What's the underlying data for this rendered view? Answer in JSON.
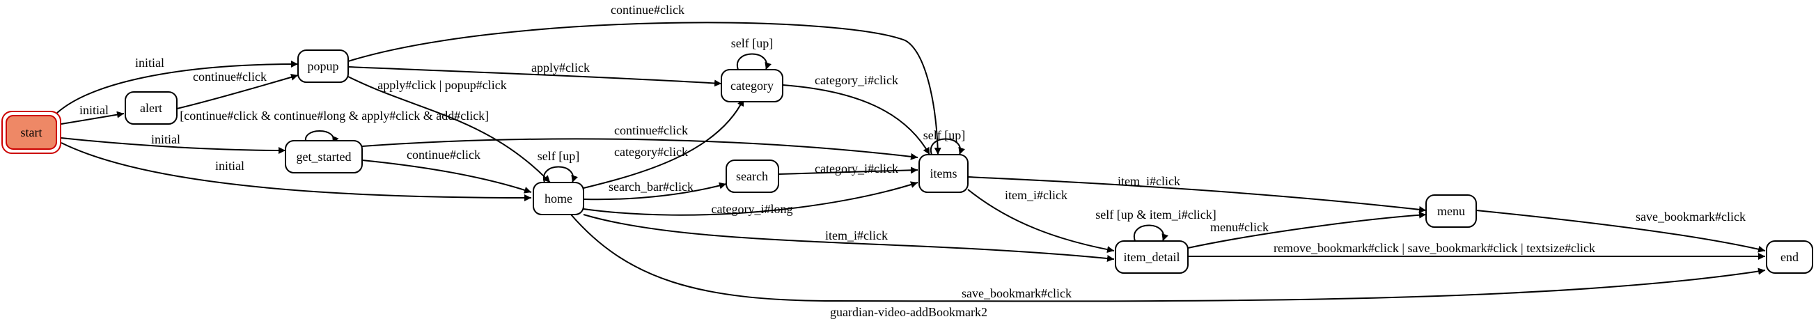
{
  "caption": "guardian-video-addBookmark2",
  "nodes": {
    "start": "start",
    "alert": "alert",
    "popup": "popup",
    "get_started": "get_started",
    "home": "home",
    "category": "category",
    "search": "search",
    "items": "items",
    "item_detail": "item_detail",
    "menu": "menu",
    "end": "end"
  },
  "edges": {
    "start_popup": "initial",
    "start_alert": "initial",
    "start_get_started": "initial",
    "start_home": "initial",
    "alert_popup": "continue#click",
    "alert_self": "self [continue#click & continue#long & apply#click & add#click]",
    "popup_items": "continue#click",
    "popup_category": "apply#click",
    "popup_home": "apply#click | popup#click",
    "get_started_items": "continue#click",
    "get_started_home": "continue#click",
    "category_self": "self [up]",
    "category_items": "category_i#click",
    "home_self": "self [up]",
    "home_category": "category#click",
    "home_search": "search_bar#click",
    "home_items": "category_i#long",
    "home_item_detail": "item_i#click",
    "home_end": "save_bookmark#click",
    "search_items": "category_i#click",
    "items_self": "self [up]",
    "items_menu": "item_i#click",
    "items_item_detail": "item_i#click",
    "item_detail_self": "self [up & item_i#click]",
    "item_detail_menu": "menu#click",
    "item_detail_end": "remove_bookmark#click | save_bookmark#click | textsize#click",
    "menu_end": "save_bookmark#click"
  }
}
